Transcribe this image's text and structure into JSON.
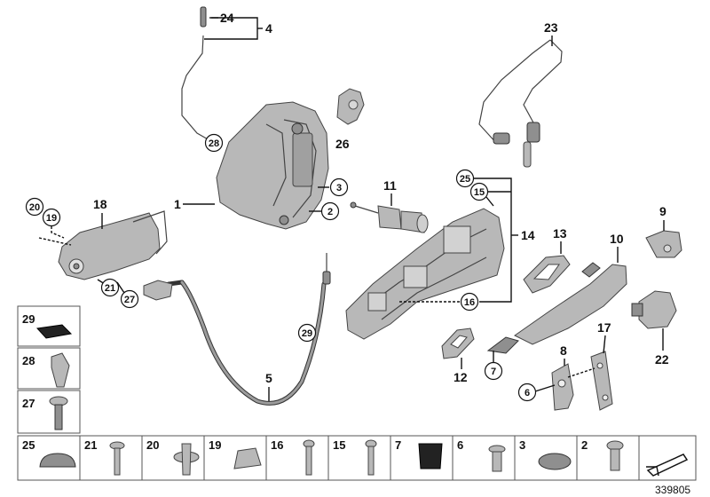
{
  "diagram": {
    "callouts": {
      "c1": "1",
      "c2": "2",
      "c3": "3",
      "c4": "4",
      "c5": "5",
      "c6": "6",
      "c7": "7",
      "c8": "8",
      "c9": "9",
      "c10": "10",
      "c11": "11",
      "c12": "12",
      "c13": "13",
      "c14": "14",
      "c15": "15",
      "c16": "16",
      "c17": "17",
      "c18": "18",
      "c19": "19",
      "c20": "20",
      "c21": "21",
      "c22": "22",
      "c23": "23",
      "c24": "24",
      "c25": "25",
      "c26": "26",
      "c27": "27",
      "c28": "28",
      "c29": "29"
    },
    "circled": {
      "r28": "28",
      "r3": "3",
      "r2": "2",
      "r20": "20",
      "r19": "19",
      "r21": "21",
      "r27": "27",
      "r29": "29",
      "r25": "25",
      "r15": "15",
      "r16": "16",
      "r7": "7",
      "r6": "6"
    },
    "side_cells": [
      "29",
      "28",
      "27"
    ],
    "bottom_cells": [
      "25",
      "21",
      "20",
      "19",
      "16",
      "15",
      "7",
      "6",
      "3",
      "2"
    ],
    "reference_number": "339805"
  }
}
